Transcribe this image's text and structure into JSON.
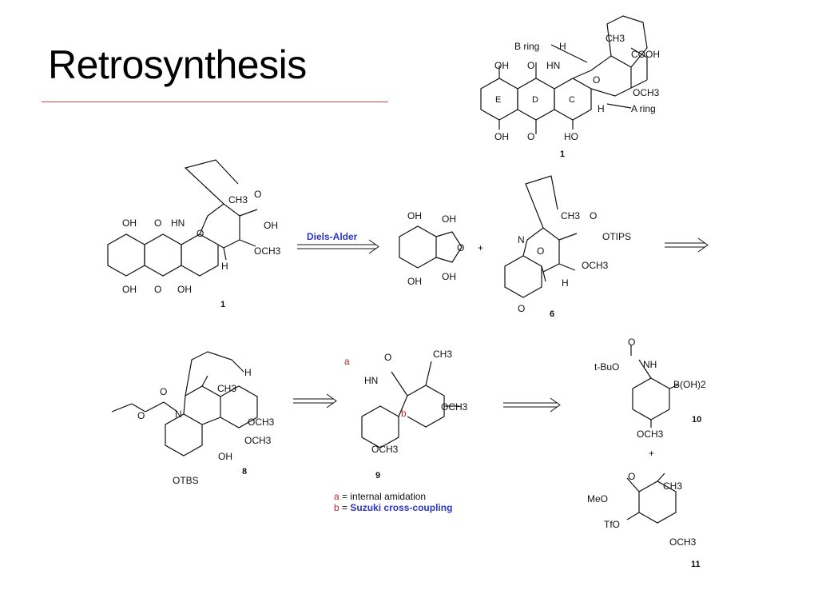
{
  "slide": {
    "title": "Retrosynthesis",
    "accent_color": "#e0484a",
    "highlight_color": "#2b36c0",
    "key_color": "#c0282d"
  },
  "target": {
    "number": "1",
    "labels": {
      "b_ring": "B ring",
      "a_ring": "A ring",
      "h1": "H",
      "h2": "H",
      "hn": "HN",
      "o": "O",
      "ch3": "CH3",
      "cooh": "COOH",
      "och3": "OCH3",
      "ring_e": "E",
      "ring_d": "D",
      "ring_c": "C",
      "oh_tl": "OH",
      "oh_bl": "OH",
      "oh_b": "HO",
      "carbonyl_top": "O",
      "carbonyl_bot": "O"
    }
  },
  "row1": {
    "compound1": {
      "number": "1",
      "oh_tl": "OH",
      "oh_bl": "OH",
      "oh_b": "OH",
      "o_top": "O",
      "o_bot": "O",
      "hn": "HN",
      "o_bridge": "O",
      "ch3": "CH3",
      "o_acid": "O",
      "oh_acid": "OH",
      "och3": "OCH3",
      "h": "H"
    },
    "arrow_label": "Diels-Alder",
    "furan": {
      "oh1": "OH",
      "oh2": "OH",
      "oh3": "OH",
      "oh4": "OH",
      "o": "O"
    },
    "plus": "+",
    "compound6": {
      "number": "6",
      "n": "N",
      "o_bridge": "O",
      "ch3": "CH3",
      "o_ester": "O",
      "otips": "OTIPS",
      "och3": "OCH3",
      "h": "H",
      "o_keto": "O"
    }
  },
  "row2": {
    "compound8": {
      "number": "8",
      "h": "H",
      "n": "N",
      "o1": "O",
      "o2": "O",
      "ch3": "CH3",
      "och3_1": "OCH3",
      "och3_2": "OCH3",
      "oh": "OH",
      "otbs": "OTBS"
    },
    "compound9": {
      "number": "9",
      "a": "a",
      "b": "b",
      "o": "O",
      "ch3": "CH3",
      "hn": "HN",
      "och3_1": "OCH3",
      "och3_2": "OCH3"
    },
    "legend": {
      "a_key": "a",
      "a_text": "= internal amidation",
      "b_key": "b",
      "b_eq": "=",
      "b_text": "Suzuki cross-coupling"
    },
    "compound10": {
      "number": "10",
      "o": "O",
      "tbuo": "t-BuO",
      "nh": "NH",
      "boh2": "B(OH)2",
      "och3": "OCH3"
    },
    "plus": "+",
    "compound11": {
      "number": "11",
      "o": "O",
      "meo": "MeO",
      "ch3": "CH3",
      "tfo": "TfO",
      "och3": "OCH3"
    }
  }
}
